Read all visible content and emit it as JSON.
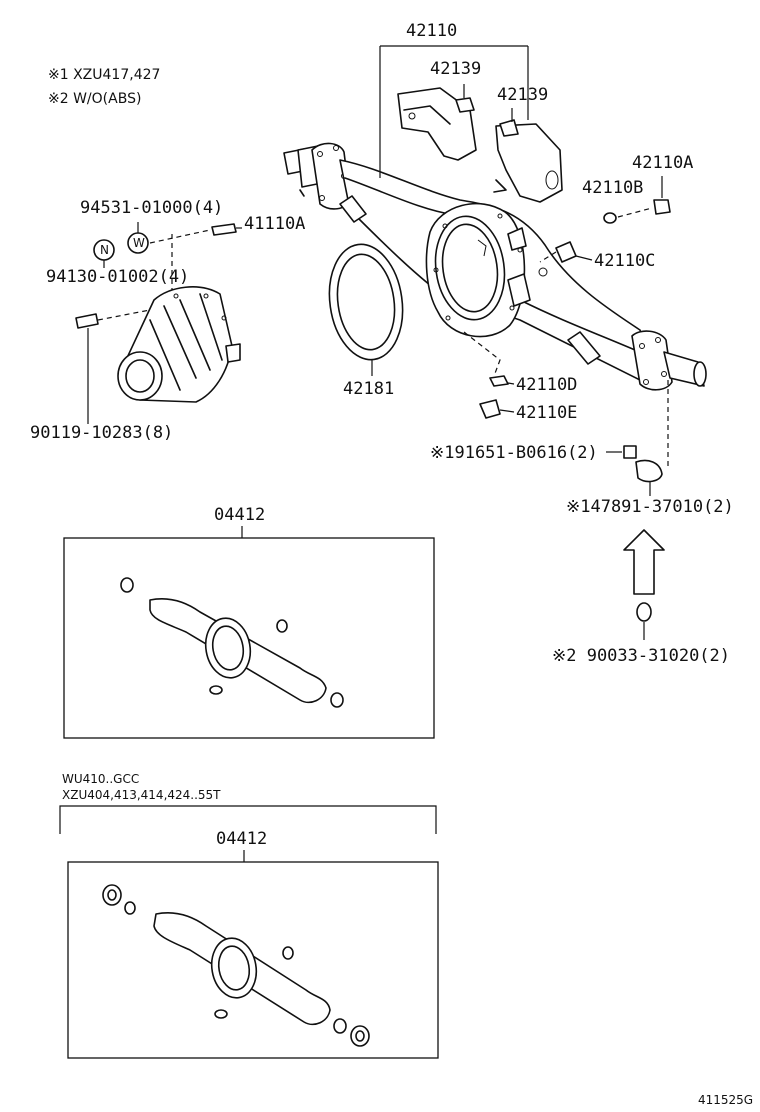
{
  "notes": {
    "note1": "※1 XZU417,427",
    "note2": "※2 W/O(ABS)"
  },
  "labels": {
    "p42110": "42110",
    "p42139a": "42139",
    "p42139b": "42139",
    "p42110a": "42110A",
    "p42110b": "42110B",
    "p42110c": "42110C",
    "p42110d": "42110D",
    "p42110e": "42110E",
    "p94531": "94531-01000(4)",
    "p41110a": "41110A",
    "p94130": "94130-01002(4)",
    "p42181": "42181",
    "p90119": "90119-10283(8)",
    "p91651": "※191651-B0616(2)",
    "p47891": "※147891-37010(2)",
    "p90033": "※2 90033-31020(2)",
    "kit1": "04412",
    "kit2": "04412",
    "markW": "W",
    "markN": "N"
  },
  "kit2_applicability": {
    "line1": "WU410..GCC",
    "line2": "XZU404,413,414,424..55T"
  },
  "diagram_code": "411525G"
}
